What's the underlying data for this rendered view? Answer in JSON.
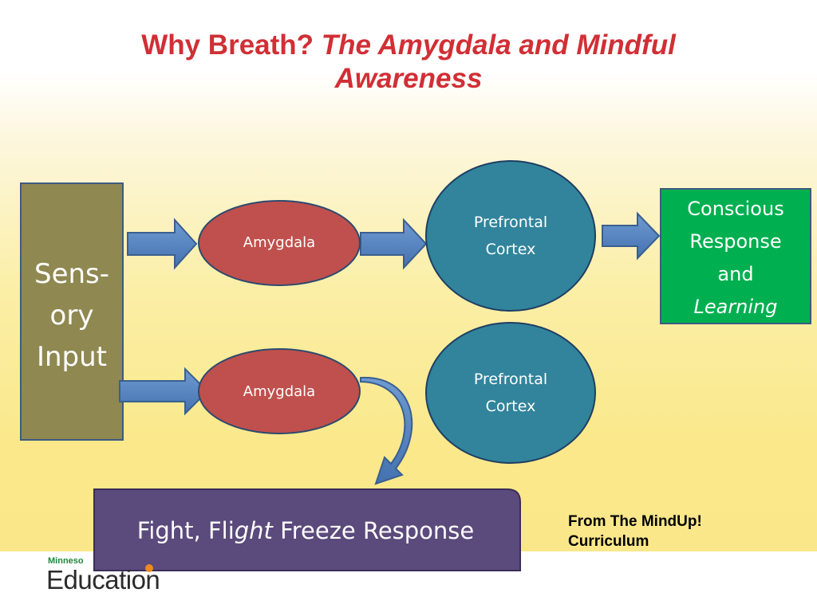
{
  "title": {
    "plain": "Why Breath?",
    "italic_line1": "The Amygdala and Mindful",
    "italic_line2": "Awareness"
  },
  "sensory_input": {
    "line1": "Sens-",
    "line2": "ory",
    "line3": "Input"
  },
  "top_path": {
    "amygdala": "Amygdala",
    "prefrontal_line1": "Prefrontal",
    "prefrontal_line2": "Cortex",
    "outcome_line1": "Conscious",
    "outcome_line2": "Response",
    "outcome_line3": "and",
    "outcome_line4": "Learning"
  },
  "bottom_path": {
    "amygdala": "Amygdala",
    "prefrontal_line1": "Prefrontal",
    "prefrontal_line2": "Cortex",
    "outcome_part1": "Fight, Fli",
    "outcome_part2": "ght",
    "outcome_part3": " Freeze Response"
  },
  "credit": {
    "line1": "From The MindUp!",
    "line2": "Curriculum"
  },
  "logo": {
    "small": "Minneso",
    "main": "Education"
  },
  "colors": {
    "title": "#d12f35",
    "sensory_box": "#8f8850",
    "amygdala": "#c0504d",
    "prefrontal": "#31849b",
    "conscious_box": "#00b050",
    "fight_box": "#5b4a7c",
    "arrow": "#4f81bd",
    "logo_green": "#1b8a3c"
  }
}
